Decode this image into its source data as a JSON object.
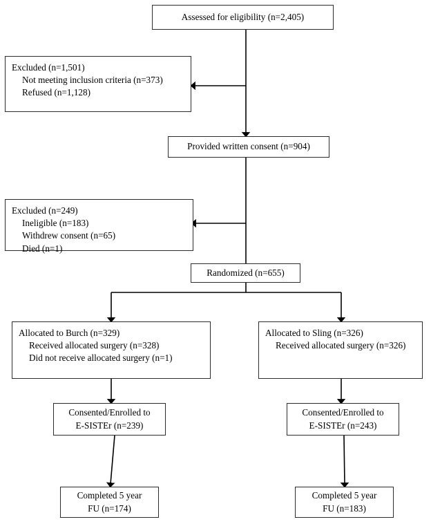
{
  "diagram": {
    "type": "consort-flow-diagram",
    "title": "CONSORT participant flow",
    "colors": {
      "box_border": "#2b2b2b",
      "connector": "#000000",
      "background": "#ffffff",
      "text": "#000000"
    }
  },
  "nodes": {
    "assessed": {
      "label": "Assessed for eligibility (n=2,405)",
      "count": 2405
    },
    "excluded_screening": {
      "lines": [
        "Excluded (n=1,501)",
        "Not meeting inclusion criteria (n=373)",
        "Refused (n=1,128)"
      ],
      "count": 1501
    },
    "consent": {
      "label": "Provided written consent (n=904)",
      "count": 904
    },
    "excluded_consent": {
      "lines": [
        "Excluded (n=249)",
        "Ineligible (n=183)",
        "Withdrew consent (n=65)",
        "Died (n=1)"
      ],
      "count": 249
    },
    "randomized": {
      "label": "Randomized (n=655)",
      "count": 655
    },
    "allocated_burch": {
      "lines": [
        "Allocated to Burch (n=329)",
        "Received allocated surgery (n=328)",
        "Did not receive allocated surgery (n=1)"
      ],
      "count": 329
    },
    "allocated_sling": {
      "lines": [
        "Allocated to Sling (n=326)",
        "Received allocated surgery (n=326)"
      ],
      "count": 326
    },
    "enrolled_burch": {
      "lines": [
        "Consented/Enrolled to",
        "E-SISTEr (n=239)"
      ],
      "count": 239
    },
    "enrolled_sling": {
      "lines": [
        "Consented/Enrolled to",
        "E-SISTEr (n=243)"
      ],
      "count": 243
    },
    "completed_burch": {
      "lines": [
        "Completed 5 year",
        "FU (n=174)"
      ],
      "count": 174
    },
    "completed_sling": {
      "lines": [
        "Completed 5 year",
        "FU (n=183)"
      ],
      "count": 183
    }
  }
}
